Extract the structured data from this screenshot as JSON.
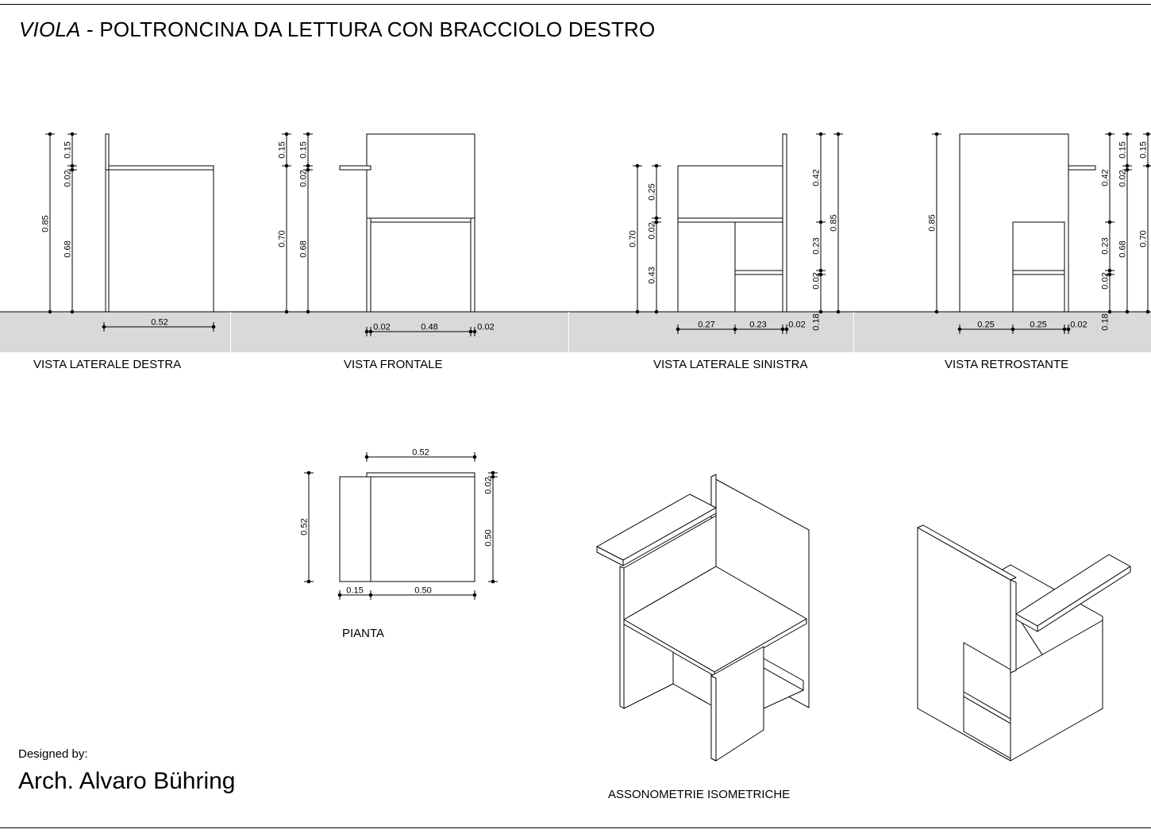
{
  "title": {
    "name": "VIOLA",
    "separator": " - ",
    "subtitle": "POLTRONCINA DA LETTURA CON BRACCIOLO DESTRO"
  },
  "views": {
    "right_side": "VISTA LATERALE DESTRA",
    "front": "VISTA FRONTALE",
    "left_side": "VISTA LATERALE SINISTRA",
    "back": "VISTA RETROSTANTE",
    "plan": "PIANTA",
    "isometric": "ASSONOMETRIE ISOMETRICHE"
  },
  "dimensions": {
    "right_side": {
      "width": "0.52",
      "total_height": "0.85",
      "back_top": "0.15",
      "seat_thick": "0.02",
      "seat_height": "0.68"
    },
    "front": {
      "left_h_a": "0.15",
      "left_h_b": "0.70",
      "arm": "0.15",
      "seat_thick": "0.02",
      "seat_height": "0.68",
      "leg_l": "0.02",
      "width": "0.48",
      "leg_r": "0.02"
    },
    "left_side": {
      "upper": "0.25",
      "seat_thick": "0.02",
      "lower": "0.43",
      "total": "0.70",
      "back_upper": "0.42",
      "mid": "0.23",
      "shelf": "0.02",
      "base": "0.18",
      "overall": "0.85",
      "w1": "0.27",
      "w2": "0.23",
      "w3": "0.02"
    },
    "back": {
      "total_height": "0.85",
      "upper": "0.42",
      "arm": "0.15",
      "seat_thick": "0.02",
      "mid": "0.23",
      "shelf": "0.02",
      "base": "0.18",
      "seat_height": "0.68",
      "total_r": "0.70",
      "arm_r": "0.15",
      "w1": "0.25",
      "w2": "0.25",
      "w3": "0.02"
    },
    "plan": {
      "top_width": "0.52",
      "depth": "0.52",
      "back_thick": "0.02",
      "seat_depth": "0.50",
      "arm_width": "0.15",
      "seat_width": "0.50"
    }
  },
  "credits": {
    "designed_by": "Designed by:",
    "author": "Arch. Alvaro Bühring"
  },
  "colors": {
    "ground": "#d9d9d9",
    "line": "#000000"
  }
}
